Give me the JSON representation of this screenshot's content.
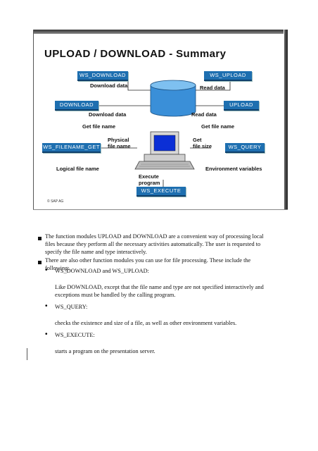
{
  "slide": {
    "title": "UPLOAD / DOWNLOAD - Summary",
    "copyright": "© SAP AG",
    "boxes": {
      "ws_download": "WS_DOWNLOAD",
      "ws_upload": "WS_UPLOAD",
      "download": "DOWNLOAD",
      "upload": "UPLOAD",
      "ws_filename_get": "WS_FILENAME_GET",
      "ws_query": "WS_QUERY",
      "ws_execute": "WS_EXECUTE"
    },
    "labels": {
      "download_data_top": "Download data",
      "read_data_top": "Read data",
      "download_data_mid": "Download data",
      "read_data_mid": "Read data",
      "get_file_name_left": "Get file name",
      "get_file_name_right": "Get file name",
      "physical_file_name_1": "Physical",
      "physical_file_name_2": "file name",
      "get_file_size_1": "Get",
      "get_file_size_2": "file size",
      "logical_file_name": "Logical file name",
      "environment_variables": "Environment variables",
      "execute_program_1": "Execute",
      "execute_program_2": "program"
    },
    "colors": {
      "box": "#1e6fb0",
      "database": "#3a8fd8",
      "screen": "#0b2fd6"
    }
  },
  "text": {
    "para1": "The function modules UPLOAD and DOWNLOAD are a convenient way of processing local files because they perform all the necessary activities automatically. The user is requested to specify the file name and type interactively.",
    "para2": "There are also other function modules you can use for file processing. These include the following:",
    "item1_title": "WS_DOWNLOAD and WS_UPLOAD:",
    "item1_desc": "Like DOWNLOAD, except that the file name and type are not specified interactively and exceptions must be handled by the calling program.",
    "item2_title": "WS_QUERY:",
    "item2_desc": "checks the existence and size of a file, as well as other environment variables.",
    "item3_title": "WS_EXECUTE:",
    "item3_desc": "starts a program on the presentation server."
  }
}
